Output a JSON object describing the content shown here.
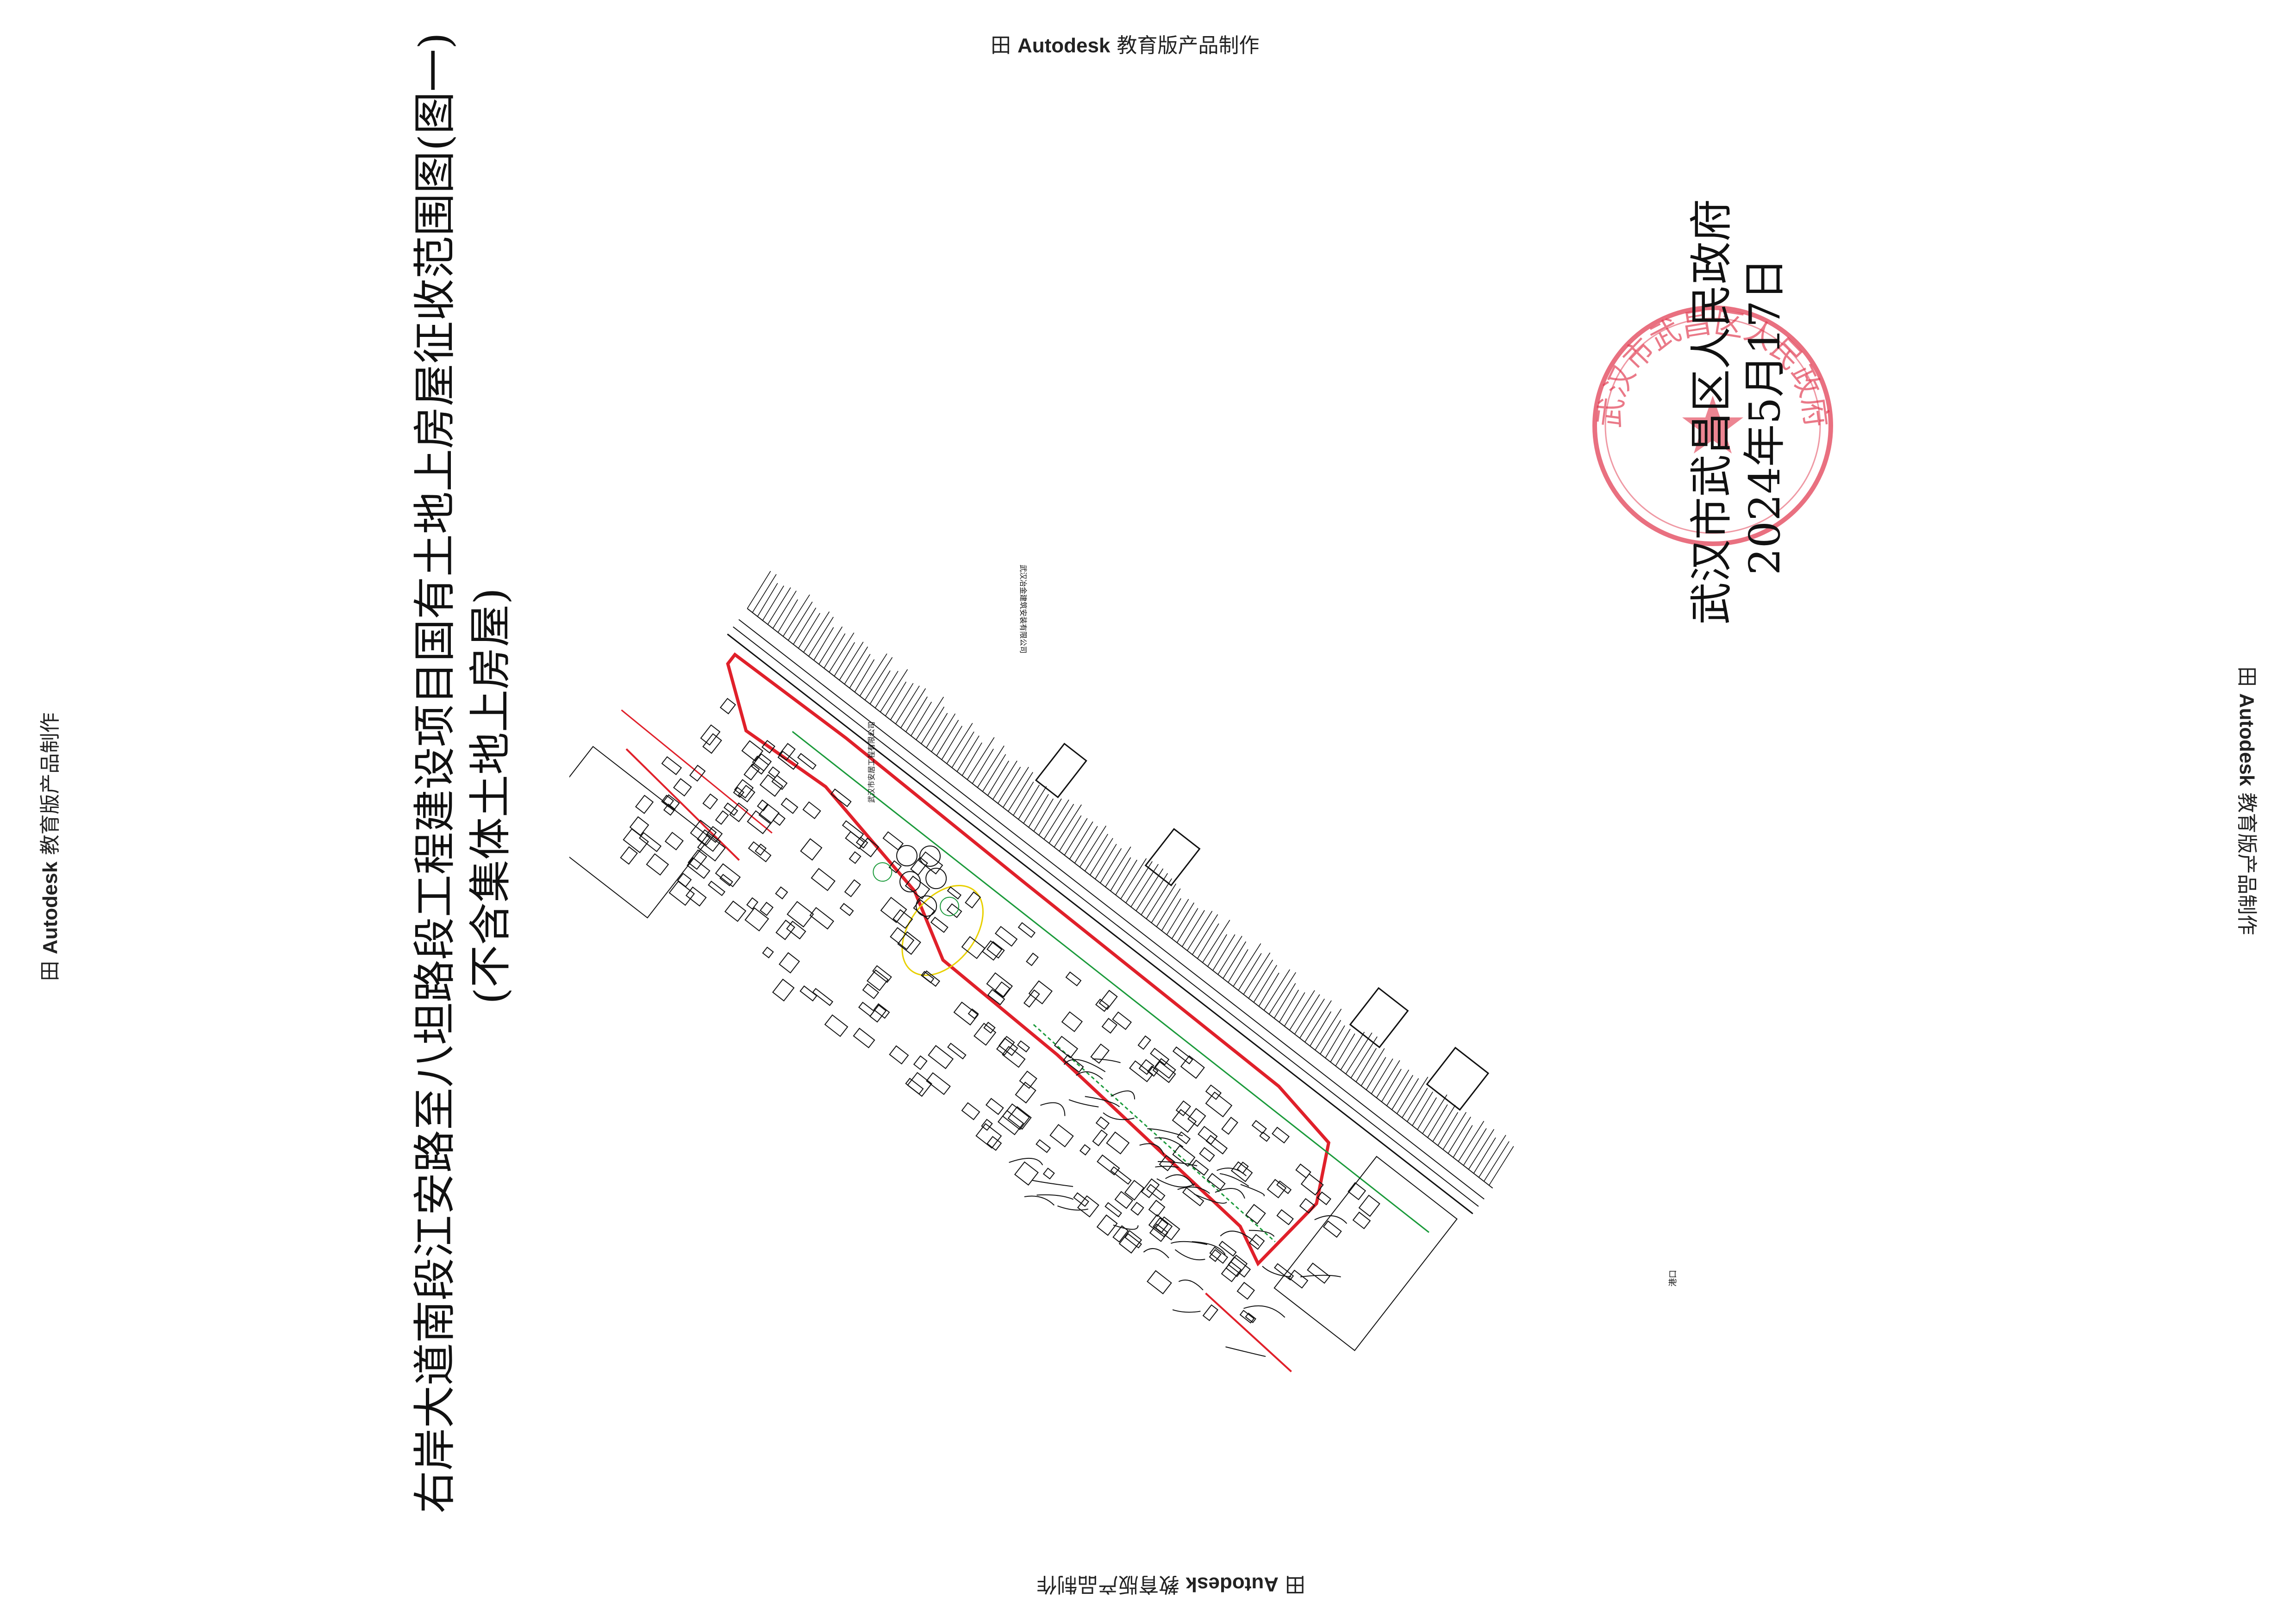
{
  "watermark": {
    "symbol": "田",
    "brand": "Autodesk",
    "suffix": "教育版产品制作"
  },
  "title": {
    "line1": "右岸大道南段江安路至八坦路段工程建设项目国有土地上房屋征收范围图(图一)",
    "line2": "(不含集体土地上房屋)"
  },
  "issuer": {
    "name": "武汉市武昌区人民政府",
    "date": "2024年5月17日"
  },
  "seal": {
    "text": "武汉市武昌区人民政府",
    "color": "#e0334a"
  },
  "map": {
    "labels": {
      "company_1": "武汉冶金建筑安装有限公司",
      "company_2": "武汉市安居工程有限公司",
      "port": "港口"
    },
    "colors": {
      "boundary": "#e0202a",
      "green_line": "#1a9a3a",
      "yellow_line": "#e8d000",
      "ink": "#111111"
    }
  }
}
